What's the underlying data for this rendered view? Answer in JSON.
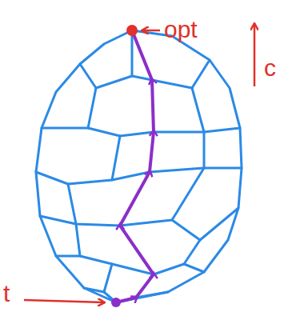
{
  "diagram": {
    "labels": [
      "opt",
      "c",
      "t"
    ]
  }
}
